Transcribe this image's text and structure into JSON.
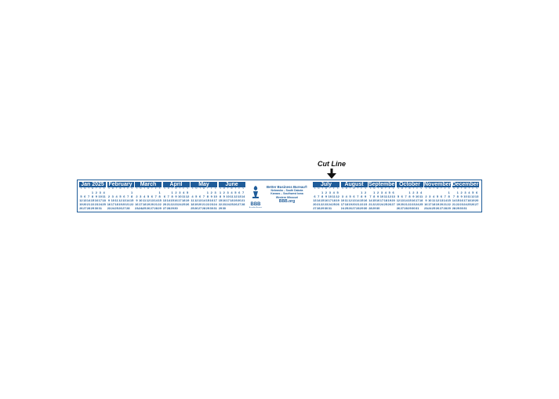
{
  "cut_line": {
    "label": "Cut Line",
    "icon": "down-arrow-icon"
  },
  "weekday_letters": [
    "S",
    "M",
    "T",
    "W",
    "T",
    "F",
    "S"
  ],
  "left_months": [
    {
      "name": "Jan  2025",
      "weeks": [
        [
          "",
          "",
          "",
          "1",
          "2",
          "3",
          "4"
        ],
        [
          "5",
          "6",
          "7",
          "8",
          "9",
          "10",
          "11"
        ],
        [
          "12",
          "13",
          "14",
          "15",
          "16",
          "17",
          "18"
        ],
        [
          "19",
          "20",
          "21",
          "22",
          "23",
          "24",
          "25"
        ],
        [
          "26",
          "27",
          "28",
          "29",
          "30",
          "31",
          ""
        ]
      ]
    },
    {
      "name": "February",
      "weeks": [
        [
          "",
          "",
          "",
          "",
          "",
          "",
          "1"
        ],
        [
          "2",
          "3",
          "4",
          "5",
          "6",
          "7",
          "8"
        ],
        [
          "9",
          "10",
          "11",
          "12",
          "13",
          "14",
          "15"
        ],
        [
          "16",
          "17",
          "18",
          "19",
          "20",
          "21",
          "22"
        ],
        [
          "23",
          "24",
          "25",
          "26",
          "27",
          "28",
          ""
        ]
      ]
    },
    {
      "name": "March",
      "weeks": [
        [
          "",
          "",
          "",
          "",
          "",
          "",
          "1"
        ],
        [
          "2",
          "3",
          "4",
          "5",
          "6",
          "7",
          "8"
        ],
        [
          "9",
          "10",
          "11",
          "12",
          "13",
          "14",
          "15"
        ],
        [
          "16",
          "17",
          "18",
          "19",
          "20",
          "21",
          "22"
        ],
        [
          "23/30",
          "24/31",
          "25",
          "26",
          "27",
          "28",
          "29"
        ]
      ]
    },
    {
      "name": "April",
      "weeks": [
        [
          "",
          "",
          "1",
          "2",
          "3",
          "4",
          "5"
        ],
        [
          "6",
          "7",
          "8",
          "9",
          "10",
          "11",
          "12"
        ],
        [
          "13",
          "14",
          "15",
          "16",
          "17",
          "18",
          "19"
        ],
        [
          "20",
          "21",
          "22",
          "23",
          "24",
          "25",
          "26"
        ],
        [
          "27",
          "28",
          "29",
          "30",
          "",
          "",
          ""
        ]
      ]
    },
    {
      "name": "May",
      "weeks": [
        [
          "",
          "",
          "",
          "",
          "1",
          "2",
          "3"
        ],
        [
          "4",
          "5",
          "6",
          "7",
          "8",
          "9",
          "10"
        ],
        [
          "11",
          "12",
          "13",
          "14",
          "15",
          "16",
          "17"
        ],
        [
          "18",
          "19",
          "20",
          "21",
          "22",
          "23",
          "24"
        ],
        [
          "25",
          "26",
          "27",
          "28",
          "29",
          "30",
          "31"
        ]
      ]
    },
    {
      "name": "June",
      "weeks": [
        [
          "1",
          "2",
          "3",
          "4",
          "5",
          "6",
          "7"
        ],
        [
          "8",
          "9",
          "10",
          "11",
          "12",
          "13",
          "14"
        ],
        [
          "15",
          "16",
          "17",
          "18",
          "19",
          "20",
          "21"
        ],
        [
          "22",
          "23",
          "24",
          "25",
          "26",
          "27",
          "28"
        ],
        [
          "29",
          "30",
          "",
          "",
          "",
          "",
          ""
        ]
      ]
    }
  ],
  "right_months": [
    {
      "name": "July",
      "weeks": [
        [
          "",
          "",
          "1",
          "2",
          "3",
          "4",
          "5"
        ],
        [
          "6",
          "7",
          "8",
          "9",
          "10",
          "11",
          "12"
        ],
        [
          "13",
          "14",
          "15",
          "16",
          "17",
          "18",
          "19"
        ],
        [
          "20",
          "21",
          "22",
          "23",
          "24",
          "25",
          "26"
        ],
        [
          "27",
          "28",
          "29",
          "30",
          "31",
          "",
          ""
        ]
      ]
    },
    {
      "name": "August",
      "weeks": [
        [
          "",
          "",
          "",
          "",
          "",
          "1",
          "2"
        ],
        [
          "3",
          "4",
          "5",
          "6",
          "7",
          "8",
          "9"
        ],
        [
          "10",
          "11",
          "12",
          "13",
          "14",
          "15",
          "16"
        ],
        [
          "17",
          "18",
          "19",
          "20",
          "21",
          "22",
          "23"
        ],
        [
          "24/31",
          "25",
          "26",
          "27",
          "28",
          "29",
          "30"
        ]
      ]
    },
    {
      "name": "September",
      "weeks": [
        [
          "",
          "1",
          "2",
          "3",
          "4",
          "5",
          "6"
        ],
        [
          "7",
          "8",
          "9",
          "10",
          "11",
          "12",
          "13"
        ],
        [
          "14",
          "15",
          "16",
          "17",
          "18",
          "19",
          "20"
        ],
        [
          "21",
          "22",
          "23",
          "24",
          "25",
          "26",
          "27"
        ],
        [
          "28",
          "29",
          "30",
          "",
          "",
          "",
          ""
        ]
      ]
    },
    {
      "name": "October",
      "weeks": [
        [
          "",
          "",
          "",
          "1",
          "2",
          "3",
          "4"
        ],
        [
          "5",
          "6",
          "7",
          "8",
          "9",
          "10",
          "11"
        ],
        [
          "12",
          "13",
          "14",
          "15",
          "16",
          "17",
          "18"
        ],
        [
          "19",
          "20",
          "21",
          "22",
          "23",
          "24",
          "25"
        ],
        [
          "26",
          "27",
          "28",
          "29",
          "30",
          "31",
          ""
        ]
      ]
    },
    {
      "name": "November",
      "weeks": [
        [
          "",
          "",
          "",
          "",
          "",
          "",
          "1"
        ],
        [
          "2",
          "3",
          "4",
          "5",
          "6",
          "7",
          "8"
        ],
        [
          "9",
          "10",
          "11",
          "12",
          "13",
          "14",
          "15"
        ],
        [
          "16",
          "17",
          "18",
          "19",
          "20",
          "21",
          "22"
        ],
        [
          "23/30",
          "24",
          "25",
          "26",
          "27",
          "28",
          "29"
        ]
      ]
    },
    {
      "name": "December",
      "weeks": [
        [
          "",
          "1",
          "2",
          "3",
          "4",
          "5",
          "6"
        ],
        [
          "7",
          "8",
          "9",
          "10",
          "11",
          "12",
          "13"
        ],
        [
          "14",
          "15",
          "16",
          "17",
          "18",
          "19",
          "20"
        ],
        [
          "21",
          "22",
          "23",
          "24",
          "25",
          "26",
          "27"
        ],
        [
          "28",
          "29",
          "30",
          "31",
          "",
          "",
          ""
        ]
      ]
    }
  ],
  "center_panel": {
    "logo_text": "BBB",
    "seal_text": "Accredited Business",
    "org_name": "Better Business Bureau®",
    "regions": [
      "Nebraska – South Dakota",
      "Kansas – Southwest Iowa",
      "Western Missouri"
    ],
    "website": "BBB.org"
  },
  "colors": {
    "brand_blue": "#1f5c99"
  }
}
